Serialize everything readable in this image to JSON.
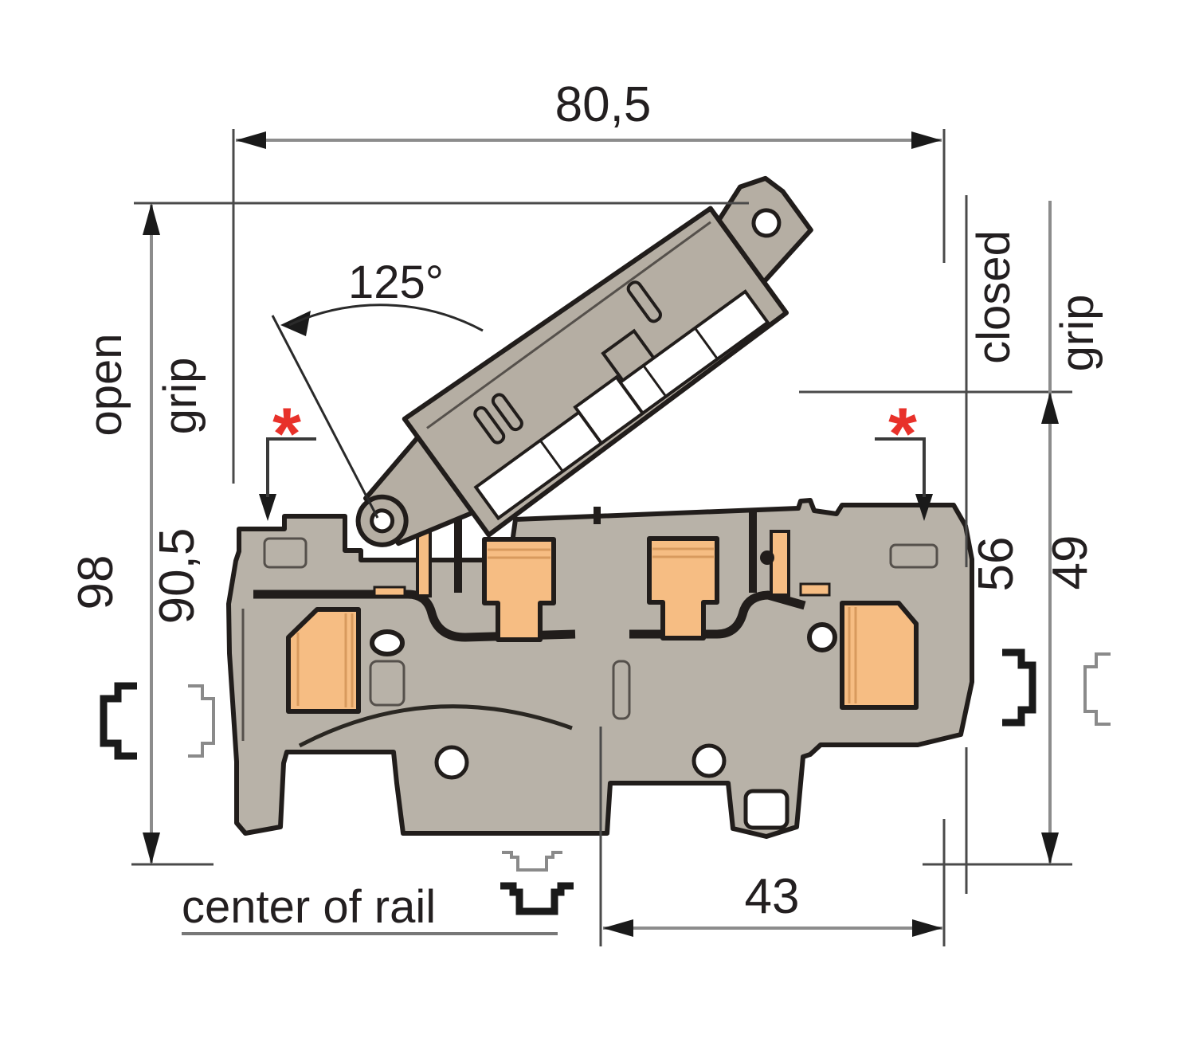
{
  "figure": {
    "kind": "technical-dimension-drawing",
    "subject": "DIN-rail terminal block with hinged fuse lever shown in open position",
    "background": "#ffffff"
  },
  "colors": {
    "body_gray": "#b8b2a8",
    "lever_gray": "#b5aea3",
    "contact_orange": "#f6bd83",
    "contact_orange_shade": "#d89a5e",
    "outline_black": "#211d1b",
    "dim_line_gray": "#8c8c8c",
    "ref_line_dark": "#4a4a4a",
    "footnote_red": "#e8312a"
  },
  "dimensions": {
    "overall_width": "80,5",
    "open_angle": "125°",
    "height_open_outer": "98",
    "height_open_inner": "90,5",
    "height_closed_outer": "56",
    "height_closed_inner": "49",
    "rail_center_offset": "43"
  },
  "labels": {
    "open": "open",
    "open_grip": "grip",
    "closed": "closed",
    "closed_grip": "grip",
    "center_of_rail": "center of rail",
    "footnote_marker_left": "*",
    "footnote_marker_right": "*"
  }
}
